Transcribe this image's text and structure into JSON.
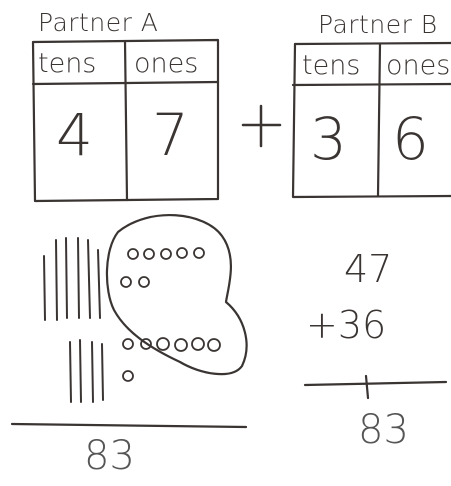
{
  "partner_a": {
    "title": "Partner A",
    "tens_header": "tens",
    "ones_header": "ones",
    "tens_digit": "4",
    "ones_digit": "7"
  },
  "operator": "+",
  "partner_b": {
    "title": "Partner B",
    "tens_header": "tens",
    "ones_header": "ones",
    "tens_digit": "3",
    "ones_digit": "6"
  },
  "model_result": "83",
  "vertical": {
    "top": "47",
    "bottom": "+36",
    "result": "83"
  },
  "ink_color": "#3a3533"
}
